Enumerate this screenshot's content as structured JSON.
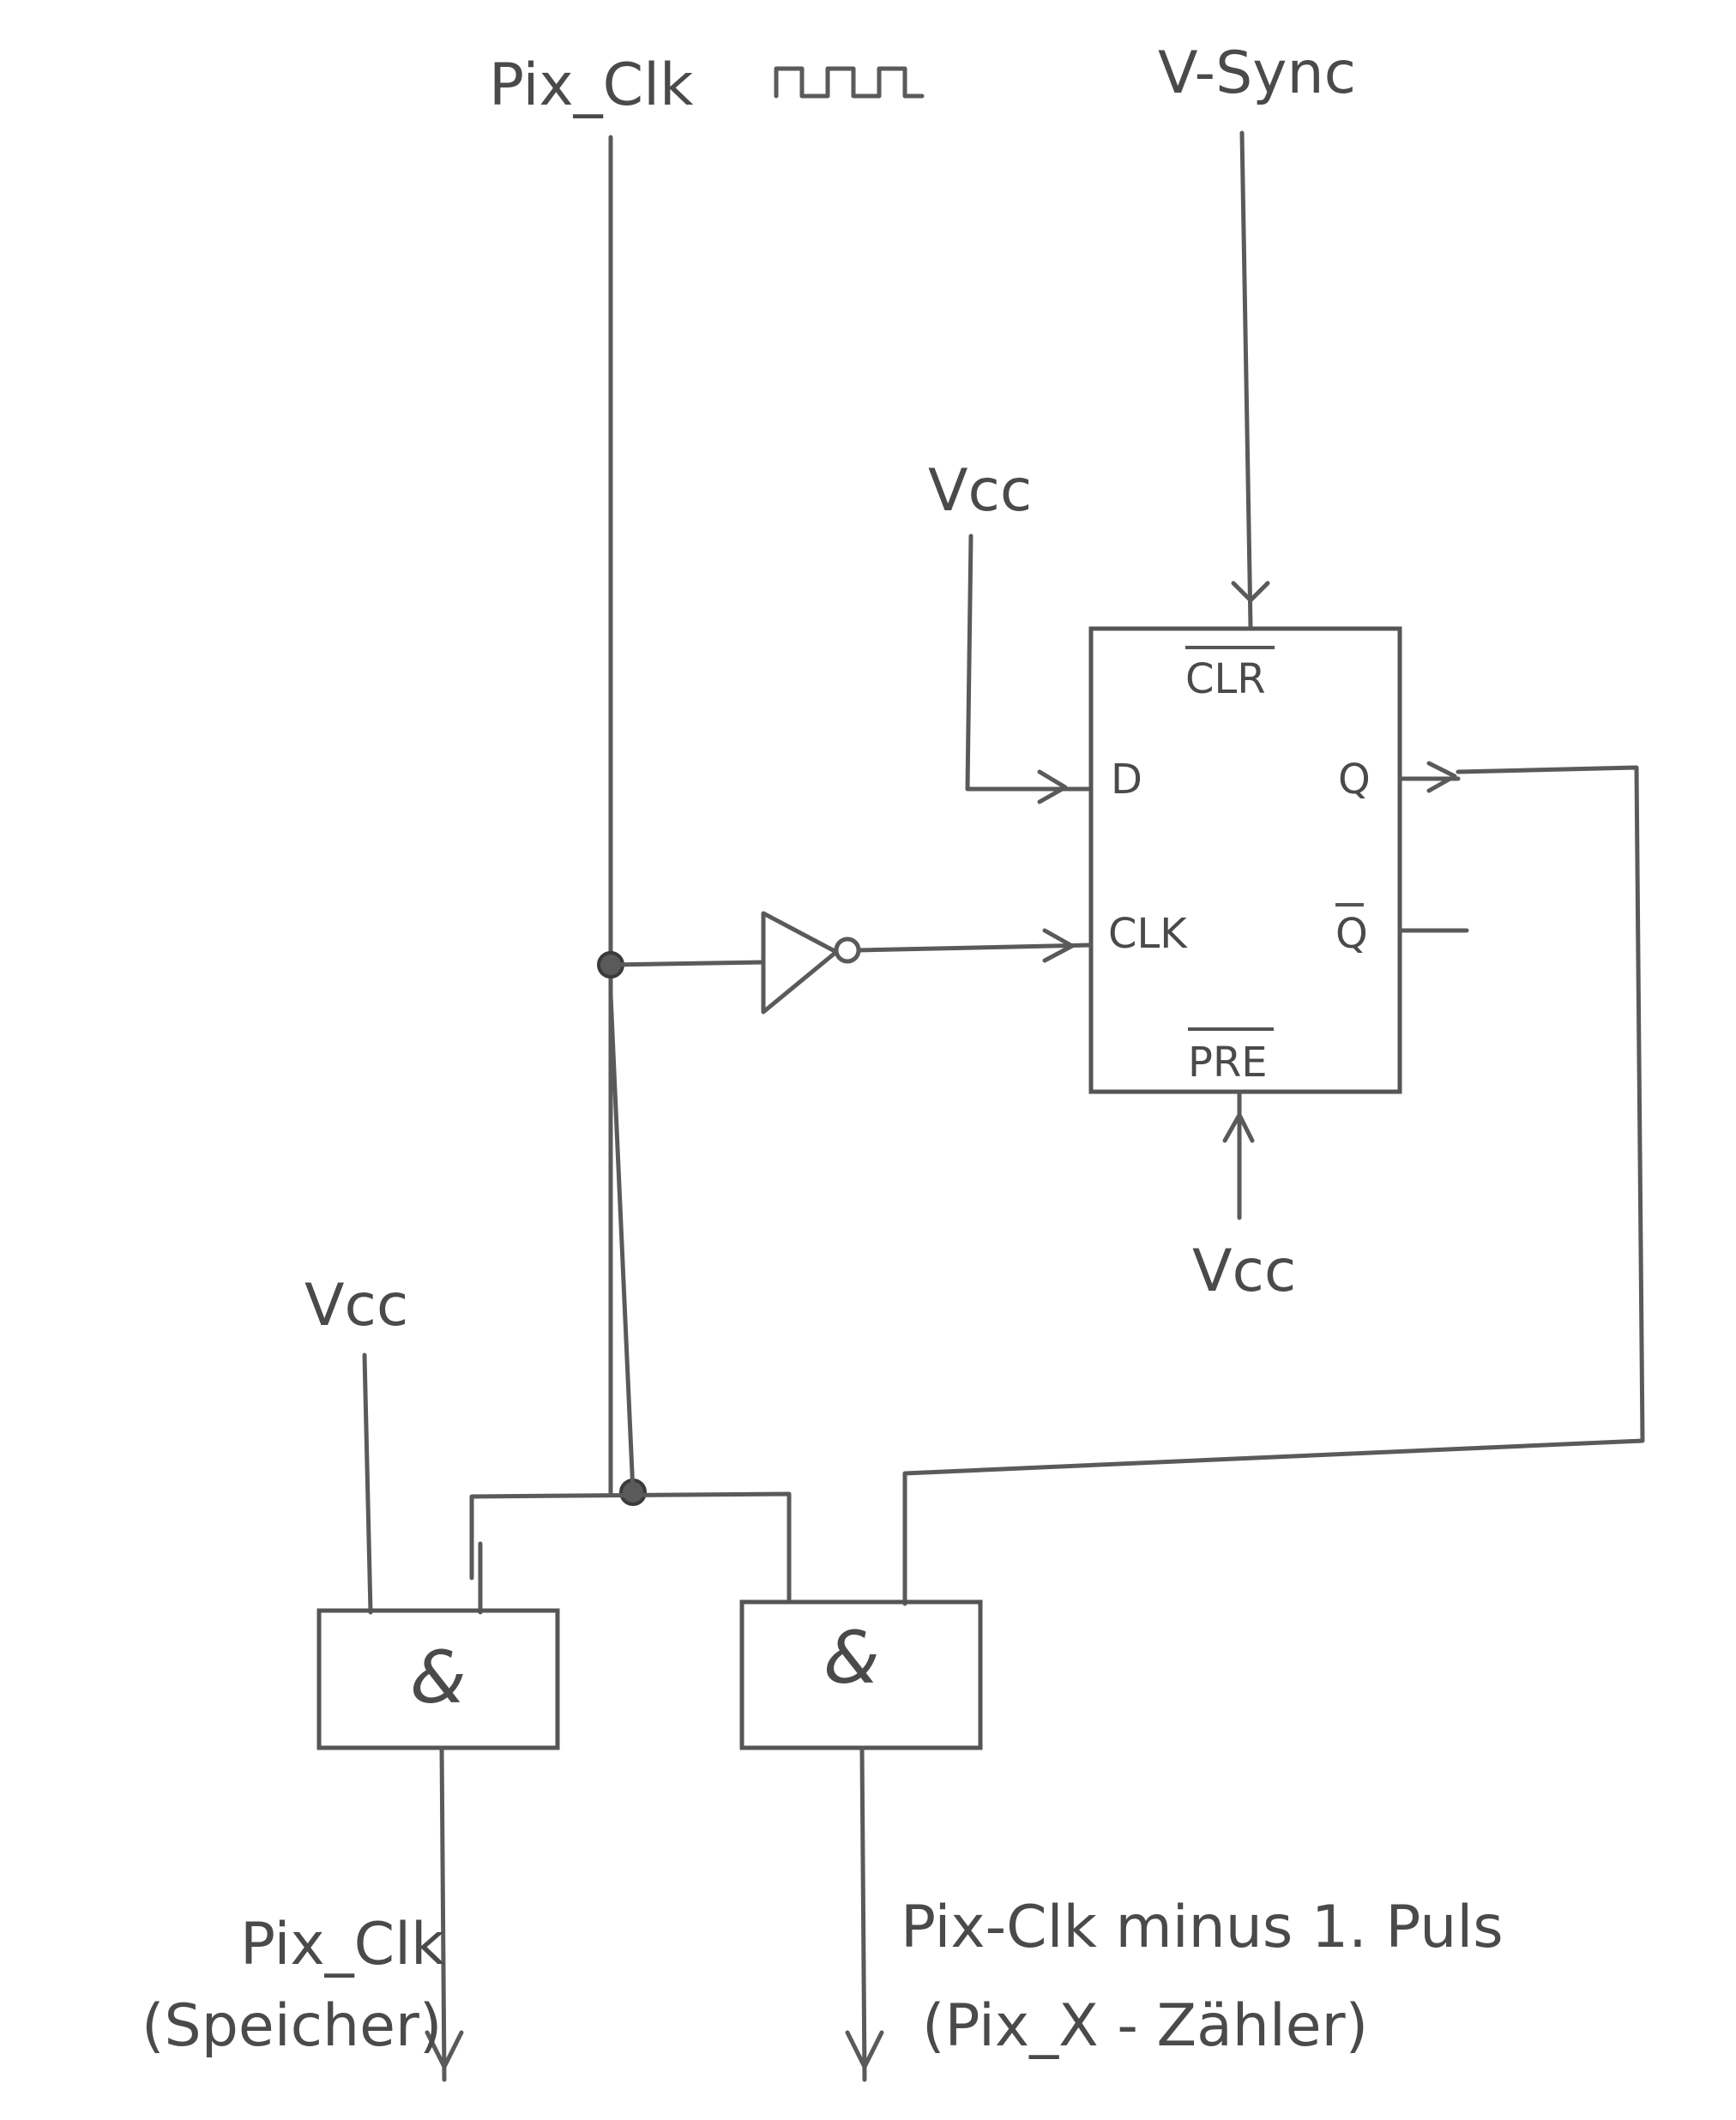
{
  "inputs": {
    "pix_clk": "Pix_Clk",
    "v_sync": "V-Sync"
  },
  "supply": {
    "vcc_d": "Vcc",
    "vcc_pre": "Vcc",
    "vcc_and": "Vcc"
  },
  "flipflop": {
    "clr": "CLR",
    "d": "D",
    "clk": "CLK",
    "pre": "PRE",
    "q": "Q",
    "qbar": "Q"
  },
  "gates": {
    "and_left": "&",
    "and_right": "&"
  },
  "outputs": {
    "left_line1": "Pix_Clk",
    "left_line2": "(Speicher)",
    "right_line1": "Pix-Clk minus 1. Puls",
    "right_line2": "(Pix_X - Zähler)"
  },
  "colors": {
    "ink": "#5a5a5a",
    "paper": "#ffffff"
  }
}
